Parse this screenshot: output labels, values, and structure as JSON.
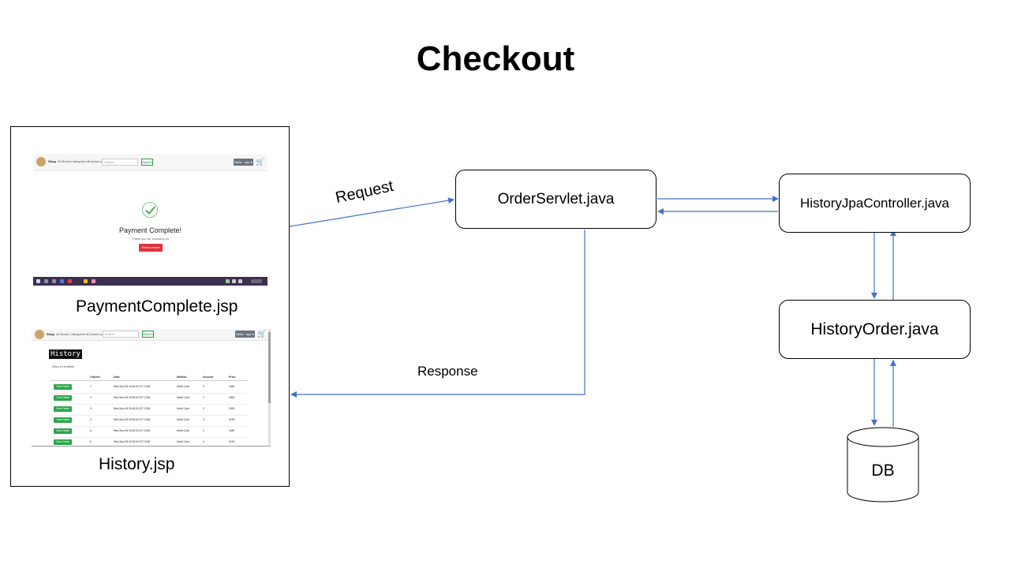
{
  "title": "Checkout",
  "nodes": {
    "order_servlet": "OrderServlet.java",
    "jpa_controller": "HistoryJpaController.java",
    "history_order": "HistoryOrder.java",
    "db": "DB"
  },
  "client": {
    "payment_label": "PaymentComplete.jsp",
    "history_label": "History.jsp"
  },
  "edges": {
    "request": "Request",
    "response": "Response"
  },
  "colors": {
    "arrow": "#4472c4"
  },
  "payment_screen": {
    "nav": [
      "Shop",
      "All Books",
      "Categories ▾",
      "Contact us"
    ],
    "search_placeholder": "Search",
    "search_button": "Search",
    "user_button": "Bella · app ▾",
    "cart_icon": "cart-icon",
    "heading": "Payment Complete!",
    "subtext": "Thank you for choosing us",
    "return_button": "Return home"
  },
  "history_screen": {
    "heading": "History",
    "show_entries": "Show 10 ▾ entries",
    "columns": [
      "OrderId",
      "Date",
      "Method",
      "Amount",
      "Price"
    ],
    "view_button": "View Detail",
    "rows": [
      [
        "1",
        "Wed Nov 08 00:00:00 ICT 2018",
        "Debit Card",
        "2",
        "1168"
      ],
      [
        "2",
        "Wed Nov 08 00:00:00 ICT 2018",
        "Debit Card",
        "2",
        "3563"
      ],
      [
        "3",
        "Wed Nov 08 00:00:00 ICT 2018",
        "Debit Card",
        "2",
        "2090"
      ],
      [
        "4",
        "Wed Nov 08 00:00:00 ICT 2018",
        "Debit Card",
        "3",
        "3169"
      ],
      [
        "5",
        "Wed Nov 08 00:00:00 ICT 2018",
        "Debit Card",
        "1",
        "1159"
      ],
      [
        "6",
        "Wed Nov 08 00:00:00 ICT 2018",
        "Debit Card",
        "4",
        "6152"
      ]
    ]
  }
}
